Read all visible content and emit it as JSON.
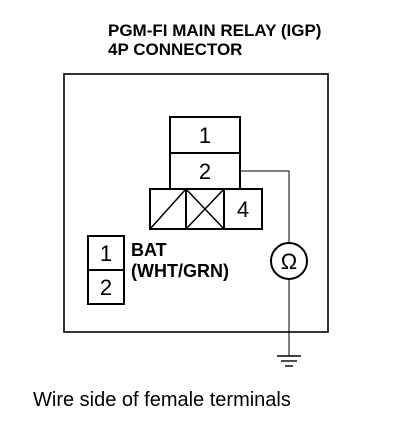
{
  "header": {
    "title_line1": "PGM-FI MAIN RELAY (IGP)",
    "title_line2": "4P CONNECTOR"
  },
  "connector_4p": {
    "pin1": "1",
    "pin2": "2",
    "pin4": "4"
  },
  "bat_connector": {
    "pin1": "1",
    "pin2": "2",
    "label_line1": "BAT",
    "label_line2": "(WHT/GRN)"
  },
  "meter": {
    "symbol": "Ω"
  },
  "footer": {
    "caption": "Wire side of female terminals"
  }
}
